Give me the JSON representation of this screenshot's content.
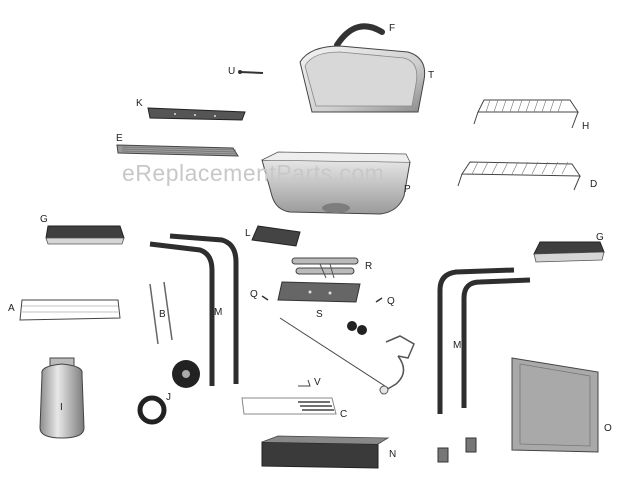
{
  "watermark": "eReplacementParts.com",
  "labels": {
    "F": "F",
    "U": "U",
    "T": "T",
    "K": "K",
    "H": "H",
    "E": "E",
    "P": "P",
    "D": "D",
    "G_left": "G",
    "L": "L",
    "G_right": "G",
    "R": "R",
    "Q_left": "Q",
    "Q_right": "Q",
    "A": "A",
    "B": "B",
    "M_left": "M",
    "S": "S",
    "M_right": "M",
    "I": "I",
    "V": "V",
    "J": "J",
    "C": "C",
    "O": "O",
    "N": "N"
  }
}
